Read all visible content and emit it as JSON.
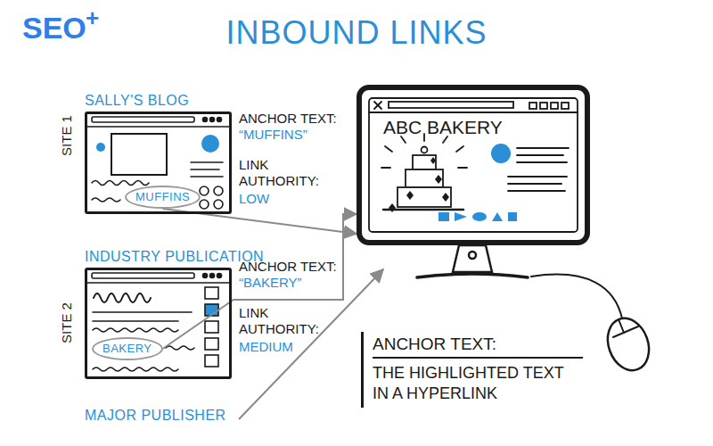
{
  "diagram": {
    "title": "INBOUND LINKS",
    "nodes": [
      {
        "text": [
          "SALLY'S BLOG"
        ]
      },
      {
        "text": [
          "MUFFINS"
        ],
        "in": 0
      },
      {
        "text": [
          "INDUSTRY PUBLICATION"
        ]
      },
      {
        "text": [
          "BAKERY"
        ],
        "in": 2
      },
      {
        "text": [
          "ABC BAKERY"
        ]
      },
      {
        "text": [
          "ANCHOR TEXT:",
          "THE HIGHLIGHTED TEXT IN A HYPERLINK"
        ]
      }
    ],
    "edges": [
      {
        "from": 1,
        "to": 4,
        "arrow": "to"
      },
      {
        "from": 3,
        "to": 4,
        "arrow": "to"
      }
    ],
    "labels": [
      "SEO",
      "+",
      "SITE 1",
      "ANCHOR TEXT:",
      "“MUFFINS”",
      "LINK AUTHORITY:",
      "LOW",
      "SITE 2",
      "ANCHOR TEXT:",
      "“BAKERY”",
      "LINK AUTHORITY:",
      "MEDIUM",
      "MAJOR PUBLISHER"
    ]
  }
}
